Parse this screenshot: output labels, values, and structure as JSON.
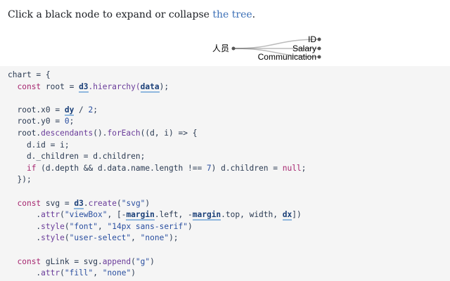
{
  "intro": {
    "text": "Click a black node to expand or collapse ",
    "link": "the tree",
    "end": "."
  },
  "tree": {
    "root_label": "人员",
    "children": [
      "ID",
      "Salary",
      "Communication"
    ]
  },
  "code_lines": [
    [
      [
        "var",
        "chart = {"
      ]
    ],
    [
      [
        "var",
        "  "
      ],
      [
        "kw",
        "const"
      ],
      [
        "var",
        " root = "
      ],
      [
        "ref",
        "d3"
      ],
      [
        "fn",
        ".hierarchy("
      ],
      [
        "ref",
        "data"
      ],
      [
        "var",
        ");"
      ]
    ],
    [],
    [
      [
        "var",
        "  root.x0 = "
      ],
      [
        "ref",
        "dy"
      ],
      [
        "var",
        " / "
      ],
      [
        "num",
        "2"
      ],
      [
        "var",
        ";"
      ]
    ],
    [
      [
        "var",
        "  root.y0 = "
      ],
      [
        "num",
        "0"
      ],
      [
        "var",
        ";"
      ]
    ],
    [
      [
        "var",
        "  root."
      ],
      [
        "fn",
        "descendants"
      ],
      [
        "var",
        "()."
      ],
      [
        "fn",
        "forEach"
      ],
      [
        "var",
        "((d, i) => {"
      ]
    ],
    [
      [
        "var",
        "    d.id = i;"
      ]
    ],
    [
      [
        "var",
        "    d._children = d.children;"
      ]
    ],
    [
      [
        "var",
        "    "
      ],
      [
        "kw",
        "if"
      ],
      [
        "var",
        " (d.depth && d.data.name.length !== "
      ],
      [
        "num",
        "7"
      ],
      [
        "var",
        ") d.children = "
      ],
      [
        "kw",
        "null"
      ],
      [
        "var",
        ";"
      ]
    ],
    [
      [
        "var",
        "  });"
      ]
    ],
    [],
    [
      [
        "var",
        "  "
      ],
      [
        "kw",
        "const"
      ],
      [
        "var",
        " svg = "
      ],
      [
        "ref",
        "d3"
      ],
      [
        "var",
        "."
      ],
      [
        "fn",
        "create"
      ],
      [
        "var",
        "("
      ],
      [
        "str",
        "\"svg\""
      ],
      [
        "var",
        ")"
      ]
    ],
    [
      [
        "var",
        "      ."
      ],
      [
        "fn",
        "attr"
      ],
      [
        "var",
        "("
      ],
      [
        "str",
        "\"viewBox\""
      ],
      [
        "var",
        ", [-"
      ],
      [
        "ref",
        "margin"
      ],
      [
        "var",
        ".left, -"
      ],
      [
        "ref",
        "margin"
      ],
      [
        "var",
        ".top, width, "
      ],
      [
        "ref",
        "dx"
      ],
      [
        "var",
        "])"
      ]
    ],
    [
      [
        "var",
        "      ."
      ],
      [
        "fn",
        "style"
      ],
      [
        "var",
        "("
      ],
      [
        "str",
        "\"font\""
      ],
      [
        "var",
        ", "
      ],
      [
        "str",
        "\"14px sans-serif\""
      ],
      [
        "var",
        ")"
      ]
    ],
    [
      [
        "var",
        "      ."
      ],
      [
        "fn",
        "style"
      ],
      [
        "var",
        "("
      ],
      [
        "str",
        "\"user-select\""
      ],
      [
        "var",
        ", "
      ],
      [
        "str",
        "\"none\""
      ],
      [
        "var",
        ");"
      ]
    ],
    [],
    [
      [
        "var",
        "  "
      ],
      [
        "kw",
        "const"
      ],
      [
        "var",
        " gLink = svg."
      ],
      [
        "fn",
        "append"
      ],
      [
        "var",
        "("
      ],
      [
        "str",
        "\"g\""
      ],
      [
        "var",
        ")"
      ]
    ],
    [
      [
        "var",
        "      ."
      ],
      [
        "fn",
        "attr"
      ],
      [
        "var",
        "("
      ],
      [
        "str",
        "\"fill\""
      ],
      [
        "var",
        ", "
      ],
      [
        "str",
        "\"none\""
      ],
      [
        "var",
        ")"
      ]
    ]
  ]
}
